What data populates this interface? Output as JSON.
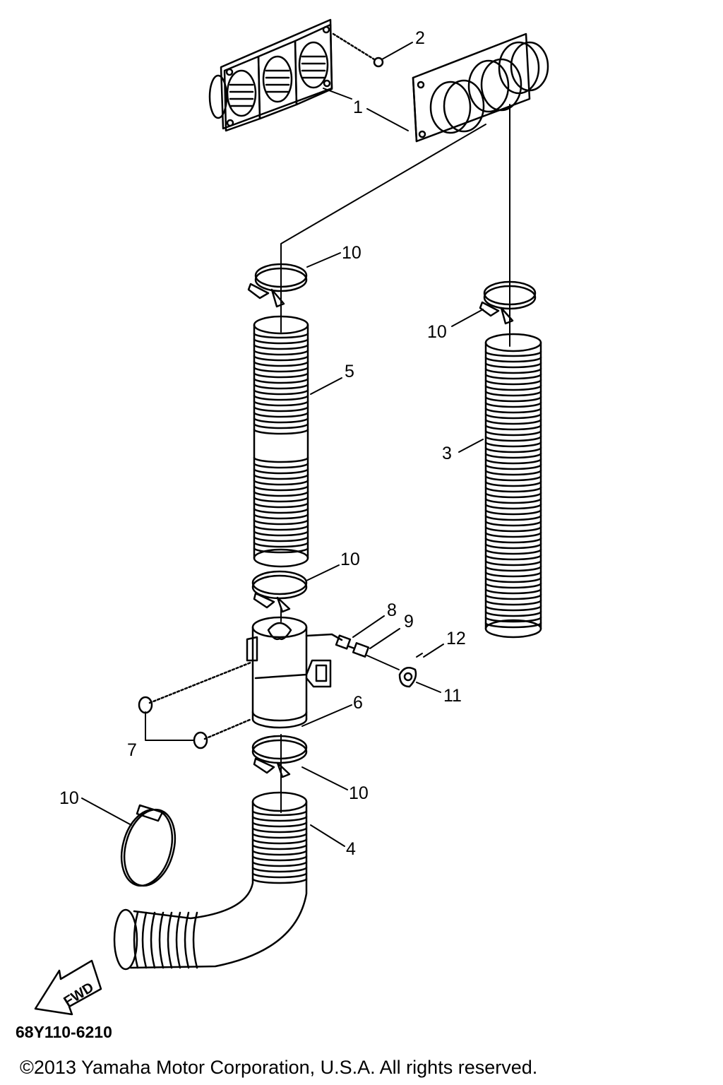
{
  "callouts": {
    "c1": "1",
    "c2": "2",
    "c3": "3",
    "c4": "4",
    "c5": "5",
    "c6": "6",
    "c7": "7",
    "c8": "8",
    "c9": "9",
    "c10a": "10",
    "c10b": "10",
    "c10c": "10",
    "c10d": "10",
    "c10e": "10",
    "c11": "11",
    "c12": "12"
  },
  "fwd_label": "FWD",
  "diagram_code": "68Y110-6210",
  "copyright": "©2013 Yamaha Motor Corporation, U.S.A. All rights reserved."
}
